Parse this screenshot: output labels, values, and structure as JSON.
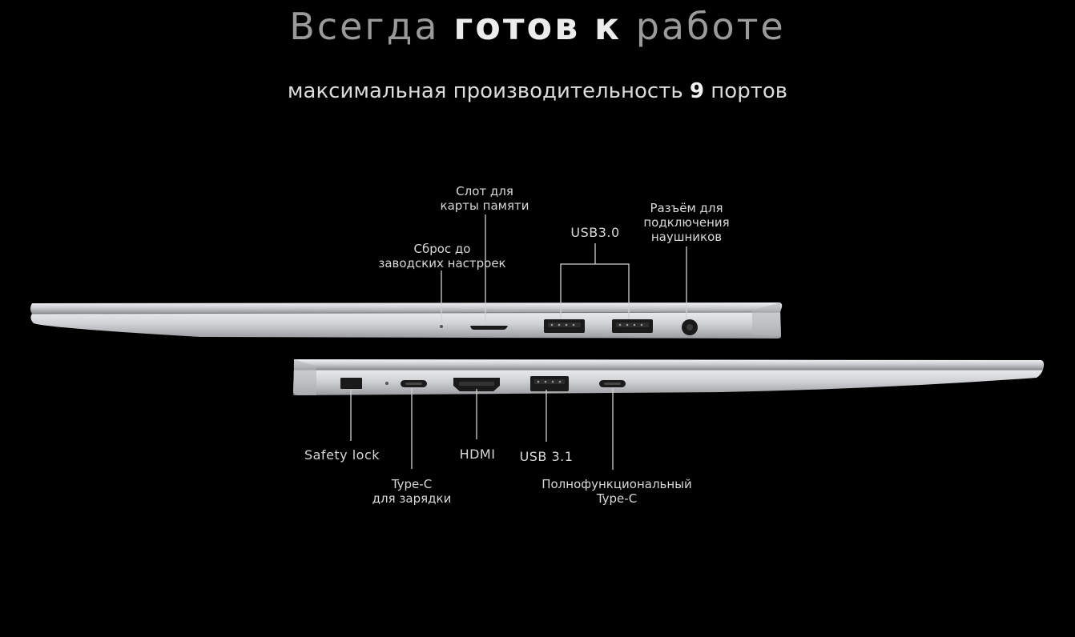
{
  "heading": {
    "part1": "Всегда",
    "part2": "готов",
    "part3": "к",
    "part4": "работе"
  },
  "subheading": {
    "text": "максимальная производительность",
    "number": "9",
    "suffix": "портов"
  },
  "ports_top": {
    "reset": {
      "line1": "Сброс до",
      "line2": "заводских настроек"
    },
    "card_slot": {
      "line1": "Слот для",
      "line2": "карты памяти"
    },
    "usb30": {
      "label": "USB3.0"
    },
    "headphone": {
      "line1": "Разъём для",
      "line2": "подключения",
      "line3": "наушников"
    }
  },
  "ports_bottom": {
    "safety_lock": {
      "label": "Safety lock"
    },
    "typec_charge": {
      "line1": "Type-C",
      "line2": "для зарядки"
    },
    "hdmi": {
      "label": "HDMI"
    },
    "usb31": {
      "label": "USB 3.1"
    },
    "typec_full": {
      "line1": "Полнофункциональный",
      "line2": "Type-C"
    }
  },
  "colors": {
    "background": "#000000",
    "chassis": "#c9cbcf",
    "port": "#1a1a1a",
    "leader_line": "#d0d0d0"
  }
}
